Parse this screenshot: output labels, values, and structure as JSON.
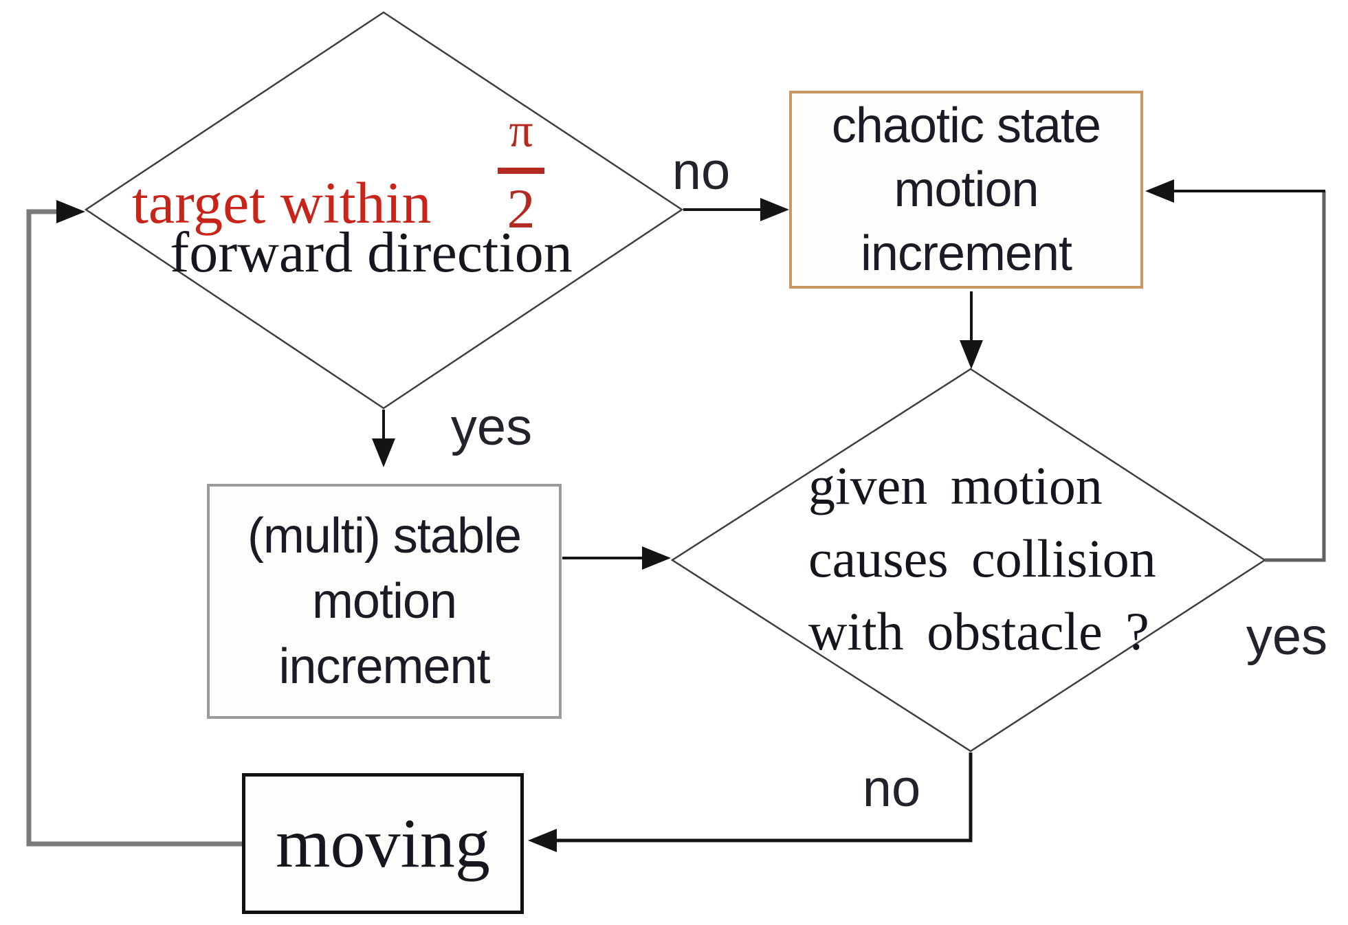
{
  "diagram": {
    "background": "#ffffff",
    "nodes": {
      "target_decision": {
        "type": "decision",
        "text_red": "target within",
        "fraction": {
          "numerator": "π",
          "denominator": "2"
        },
        "text_black": "forward direction"
      },
      "chaotic_box": {
        "type": "process",
        "line1": "chaotic state",
        "line2": "motion",
        "line3": "increment"
      },
      "collision_decision": {
        "type": "decision",
        "line1": "given motion",
        "line2": "causes collision",
        "line3": "with obstacle ?"
      },
      "stable_box": {
        "type": "process",
        "line1": "(multi) stable",
        "line2": "motion",
        "line3": "increment"
      },
      "moving_box": {
        "type": "process",
        "label": "moving"
      }
    },
    "edge_labels": {
      "target_to_chaotic": "no",
      "target_to_stable": "yes",
      "collision_to_chaotic": "yes",
      "collision_to_moving": "no"
    },
    "colors": {
      "red_text": "#c8241a",
      "fraction_red": "#b22a22",
      "dark_text": "#16161e",
      "chaotic_border": "#c9975f",
      "stable_border": "#9b9b9b",
      "moving_border": "#111111",
      "diamond_stroke": "#3f3f3f",
      "arrow_black": "#141414",
      "feedback_gray": "#7a7a7a"
    }
  }
}
